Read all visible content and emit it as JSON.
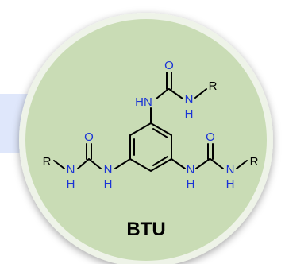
{
  "colors": {
    "circle_fill": "#c9dcb5",
    "circle_ring": "#eef3e8",
    "band": "#dfe7fb",
    "bond": "#000000",
    "heteroatom": "#1a33d6",
    "text": "#000000"
  },
  "molecule": {
    "name": "BTU",
    "labels": {
      "O": "O",
      "HN": "HN",
      "N": "N",
      "H": "H",
      "R": "R"
    }
  }
}
